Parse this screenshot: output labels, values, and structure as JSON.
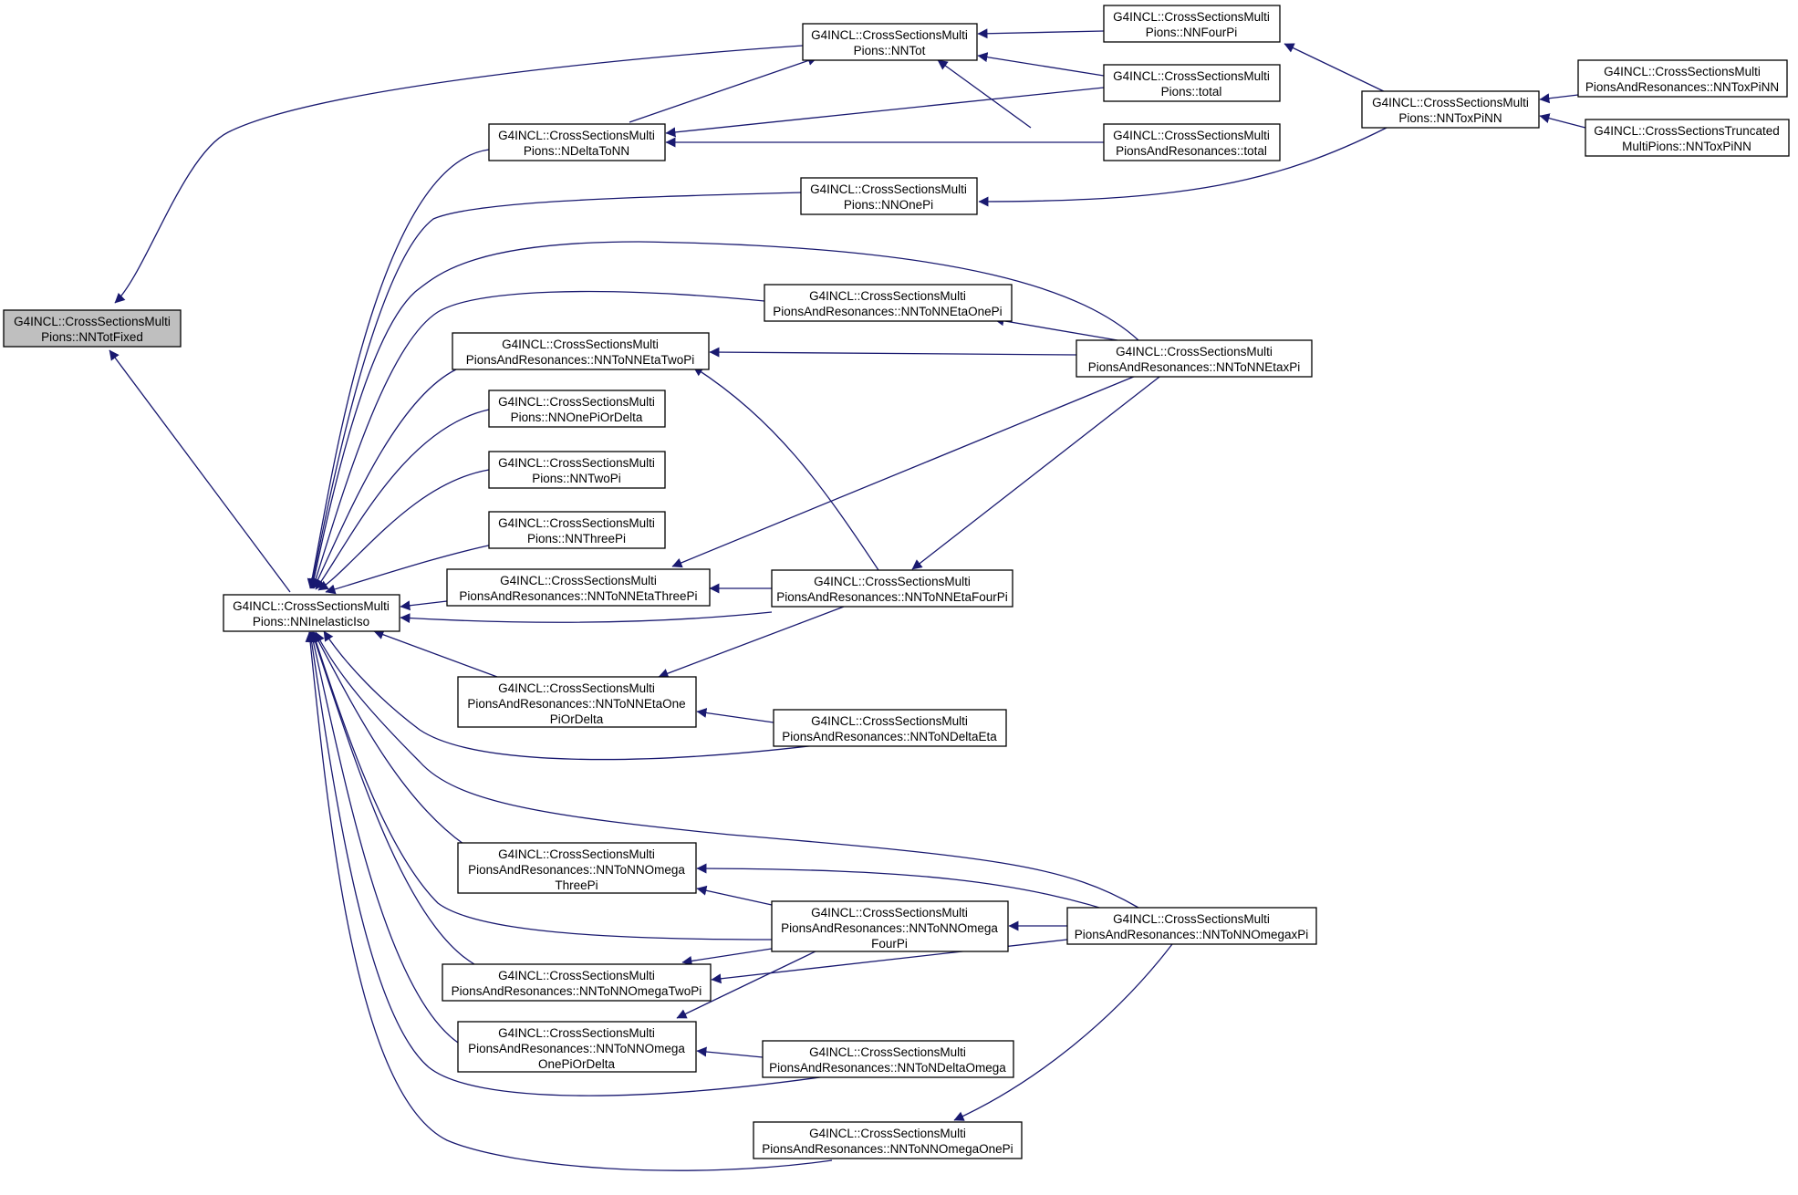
{
  "diagram": {
    "type": "call-graph",
    "edge_color": "#191970",
    "focus_fill": "#bfbfbf",
    "nodes": [
      {
        "id": "nntotfixed",
        "lines": [
          "G4INCL::CrossSectionsMulti",
          "Pions::NNTotFixed"
        ]
      },
      {
        "id": "nninelasticiso",
        "lines": [
          "G4INCL::CrossSectionsMulti",
          "Pions::NNInelasticIso"
        ]
      },
      {
        "id": "nntot",
        "lines": [
          "G4INCL::CrossSectionsMulti",
          "Pions::NNTot"
        ]
      },
      {
        "id": "ndeltatonn",
        "lines": [
          "G4INCL::CrossSectionsMulti",
          "Pions::NDeltaToNN"
        ]
      },
      {
        "id": "nnonepi",
        "lines": [
          "G4INCL::CrossSectionsMulti",
          "Pions::NNOnePi"
        ]
      },
      {
        "id": "nntonnetaonepi",
        "lines": [
          "G4INCL::CrossSectionsMulti",
          "PionsAndResonances::NNToNNEtaOnePi"
        ]
      },
      {
        "id": "nntonnetatwopi",
        "lines": [
          "G4INCL::CrossSectionsMulti",
          "PionsAndResonances::NNToNNEtaTwoPi"
        ]
      },
      {
        "id": "nnonepiordelta",
        "lines": [
          "G4INCL::CrossSectionsMulti",
          "Pions::NNOnePiOrDelta"
        ]
      },
      {
        "id": "nntwopi",
        "lines": [
          "G4INCL::CrossSectionsMulti",
          "Pions::NNTwoPi"
        ]
      },
      {
        "id": "nnthreepi",
        "lines": [
          "G4INCL::CrossSectionsMulti",
          "Pions::NNThreePi"
        ]
      },
      {
        "id": "nntonnetathreepi",
        "lines": [
          "G4INCL::CrossSectionsMulti",
          "PionsAndResonances::NNToNNEtaThreePi"
        ]
      },
      {
        "id": "nntonnetaonepiordelta",
        "lines": [
          "G4INCL::CrossSectionsMulti",
          "PionsAndResonances::NNToNNEtaOne",
          "PiOrDelta"
        ]
      },
      {
        "id": "nntonnomegathreepi",
        "lines": [
          "G4INCL::CrossSectionsMulti",
          "PionsAndResonances::NNToNNOmega",
          "ThreePi"
        ]
      },
      {
        "id": "nntonnomegatwopi",
        "lines": [
          "G4INCL::CrossSectionsMulti",
          "PionsAndResonances::NNToNNOmegaTwoPi"
        ]
      },
      {
        "id": "nntonnomegaonepiordelta",
        "lines": [
          "G4INCL::CrossSectionsMulti",
          "PionsAndResonances::NNToNNOmega",
          "OnePiOrDelta"
        ]
      },
      {
        "id": "nntonnomegaonepi",
        "lines": [
          "G4INCL::CrossSectionsMulti",
          "PionsAndResonances::NNToNNOmegaOnePi"
        ]
      },
      {
        "id": "nntonnetafourpi",
        "lines": [
          "G4INCL::CrossSectionsMulti",
          "PionsAndResonances::NNToNNEtaFourPi"
        ]
      },
      {
        "id": "nntondeltaeta",
        "lines": [
          "G4INCL::CrossSectionsMulti",
          "PionsAndResonances::NNToNDeltaEta"
        ]
      },
      {
        "id": "nntonnomegafourpi",
        "lines": [
          "G4INCL::CrossSectionsMulti",
          "PionsAndResonances::NNToNNOmega",
          "FourPi"
        ]
      },
      {
        "id": "nntondeltaomega",
        "lines": [
          "G4INCL::CrossSectionsMulti",
          "PionsAndResonances::NNToNDeltaOmega"
        ]
      },
      {
        "id": "nnfourpi",
        "lines": [
          "G4INCL::CrossSectionsMulti",
          "Pions::NNFourPi"
        ]
      },
      {
        "id": "pions_total",
        "lines": [
          "G4INCL::CrossSectionsMulti",
          "Pions::total"
        ]
      },
      {
        "id": "par_total",
        "lines": [
          "G4INCL::CrossSectionsMulti",
          "PionsAndResonances::total"
        ]
      },
      {
        "id": "nntonnetaxpi",
        "lines": [
          "G4INCL::CrossSectionsMulti",
          "PionsAndResonances::NNToNNEtaxPi"
        ]
      },
      {
        "id": "nntonnomegaxpi",
        "lines": [
          "G4INCL::CrossSectionsMulti",
          "PionsAndResonances::NNToNNOmegaxPi"
        ]
      },
      {
        "id": "nntoxpinn",
        "lines": [
          "G4INCL::CrossSectionsMulti",
          "Pions::NNToxPiNN"
        ]
      },
      {
        "id": "par_nntoxpinn",
        "lines": [
          "G4INCL::CrossSectionsMulti",
          "PionsAndResonances::NNToxPiNN"
        ]
      },
      {
        "id": "trunc_nntoxpinn",
        "lines": [
          "G4INCL::CrossSectionsTruncated",
          "MultiPions::NNToxPiNN"
        ]
      }
    ],
    "edges": [
      {
        "from": "nntot",
        "to": "nntotfixed"
      },
      {
        "from": "nninelasticiso",
        "to": "nntotfixed"
      },
      {
        "from": "ndeltatonn",
        "to": "nninelasticiso"
      },
      {
        "from": "nnonepi",
        "to": "nninelasticiso"
      },
      {
        "from": "nntonnetaxpi",
        "to": "nninelasticiso"
      },
      {
        "from": "nntonnetaonepi",
        "to": "nninelasticiso"
      },
      {
        "from": "nntonnetatwopi",
        "to": "nninelasticiso"
      },
      {
        "from": "nnonepiordelta",
        "to": "nninelasticiso"
      },
      {
        "from": "nntwopi",
        "to": "nninelasticiso"
      },
      {
        "from": "nnthreepi",
        "to": "nninelasticiso"
      },
      {
        "from": "nntonnetathreepi",
        "to": "nninelasticiso"
      },
      {
        "from": "nntonnetafourpi",
        "to": "nninelasticiso"
      },
      {
        "from": "nntonnetaonepiordelta",
        "to": "nninelasticiso"
      },
      {
        "from": "nntondeltaeta",
        "to": "nninelasticiso"
      },
      {
        "from": "nntonnomegaxpi",
        "to": "nninelasticiso"
      },
      {
        "from": "nntonnomegathreepi",
        "to": "nninelasticiso"
      },
      {
        "from": "nntonnomegafourpi",
        "to": "nninelasticiso"
      },
      {
        "from": "nntonnomegatwopi",
        "to": "nninelasticiso"
      },
      {
        "from": "nntonnomegaonepiordelta",
        "to": "nninelasticiso"
      },
      {
        "from": "nntondeltaomega",
        "to": "nninelasticiso"
      },
      {
        "from": "nntonnomegaonepi",
        "to": "nninelasticiso"
      },
      {
        "from": "ndeltatonn",
        "to": "nntot"
      },
      {
        "from": "nnfourpi",
        "to": "nntot"
      },
      {
        "from": "pions_total",
        "to": "nntot"
      },
      {
        "from": "par_total",
        "to": "nntot"
      },
      {
        "from": "pions_total",
        "to": "ndeltatonn"
      },
      {
        "from": "par_total",
        "to": "ndeltatonn"
      },
      {
        "from": "nntoxpinn",
        "to": "nnfourpi"
      },
      {
        "from": "nntoxpinn",
        "to": "nnonepi"
      },
      {
        "from": "par_nntoxpinn",
        "to": "nntoxpinn"
      },
      {
        "from": "trunc_nntoxpinn",
        "to": "nntoxpinn"
      },
      {
        "from": "nntonnetaxpi",
        "to": "nntonnetaonepi"
      },
      {
        "from": "nntonnetaxpi",
        "to": "nntonnetatwopi"
      },
      {
        "from": "nntonnetafourpi",
        "to": "nntonnetatwopi"
      },
      {
        "from": "nntonnetaxpi",
        "to": "nntonnetathreepi"
      },
      {
        "from": "nntonnetafourpi",
        "to": "nntonnetathreepi"
      },
      {
        "from": "nntonnetaxpi",
        "to": "nntonnetafourpi"
      },
      {
        "from": "nntonnetafourpi",
        "to": "nntonnetaonepiordelta"
      },
      {
        "from": "nntondeltaeta",
        "to": "nntonnetaonepiordelta"
      },
      {
        "from": "nntonnomegaxpi",
        "to": "nntonnomegathreepi"
      },
      {
        "from": "nntonnomegafourpi",
        "to": "nntonnomegathreepi"
      },
      {
        "from": "nntonnomegaxpi",
        "to": "nntonnomegafourpi"
      },
      {
        "from": "nntonnomegafourpi",
        "to": "nntonnomegatwopi"
      },
      {
        "from": "nntonnomegaxpi",
        "to": "nntonnomegatwopi"
      },
      {
        "from": "nntonnomegafourpi",
        "to": "nntonnomegaonepiordelta"
      },
      {
        "from": "nntondeltaomega",
        "to": "nntonnomegaonepiordelta"
      },
      {
        "from": "nntonnomegaxpi",
        "to": "nntonnomegaonepi"
      }
    ]
  }
}
